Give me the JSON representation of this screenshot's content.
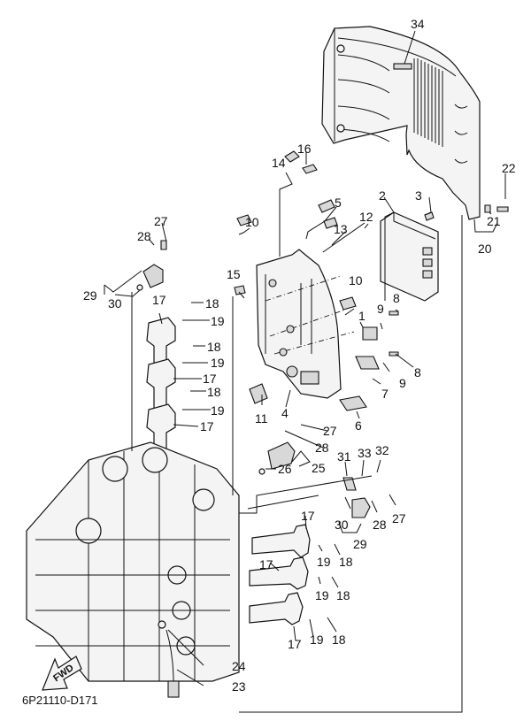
{
  "diagram": {
    "title_code": "6P21110-D171",
    "direction_indicator": "FWD",
    "callouts": [
      {
        "id": "c34",
        "label": "34"
      },
      {
        "id": "c16",
        "label": "16"
      },
      {
        "id": "c14",
        "label": "14"
      },
      {
        "id": "c22",
        "label": "22"
      },
      {
        "id": "c5",
        "label": "5"
      },
      {
        "id": "c2",
        "label": "2"
      },
      {
        "id": "c3",
        "label": "3"
      },
      {
        "id": "c12",
        "label": "12"
      },
      {
        "id": "c13",
        "label": "13"
      },
      {
        "id": "c21",
        "label": "21"
      },
      {
        "id": "c20",
        "label": "20"
      },
      {
        "id": "c27a",
        "label": "27"
      },
      {
        "id": "c28a",
        "label": "28"
      },
      {
        "id": "c10a",
        "label": "10"
      },
      {
        "id": "c29a",
        "label": "29"
      },
      {
        "id": "c30a",
        "label": "30"
      },
      {
        "id": "c15",
        "label": "15"
      },
      {
        "id": "c17a",
        "label": "17"
      },
      {
        "id": "c18a",
        "label": "18"
      },
      {
        "id": "c19a",
        "label": "19"
      },
      {
        "id": "c18b",
        "label": "18"
      },
      {
        "id": "c19b",
        "label": "19"
      },
      {
        "id": "c17b",
        "label": "17"
      },
      {
        "id": "c18c",
        "label": "18"
      },
      {
        "id": "c19c",
        "label": "19"
      },
      {
        "id": "c17c",
        "label": "17"
      },
      {
        "id": "c10b",
        "label": "10"
      },
      {
        "id": "c9a",
        "label": "9"
      },
      {
        "id": "c8a",
        "label": "8"
      },
      {
        "id": "c1",
        "label": "1"
      },
      {
        "id": "c8b",
        "label": "8"
      },
      {
        "id": "c9b",
        "label": "9"
      },
      {
        "id": "c7",
        "label": "7"
      },
      {
        "id": "c11",
        "label": "11"
      },
      {
        "id": "c4",
        "label": "4"
      },
      {
        "id": "c6",
        "label": "6"
      },
      {
        "id": "c27b",
        "label": "27"
      },
      {
        "id": "c28b",
        "label": "28"
      },
      {
        "id": "c25",
        "label": "25"
      },
      {
        "id": "c26",
        "label": "26"
      },
      {
        "id": "c31",
        "label": "31"
      },
      {
        "id": "c33",
        "label": "33"
      },
      {
        "id": "c32",
        "label": "32"
      },
      {
        "id": "c30b",
        "label": "30"
      },
      {
        "id": "c28c",
        "label": "28"
      },
      {
        "id": "c27c",
        "label": "27"
      },
      {
        "id": "c29b",
        "label": "29"
      },
      {
        "id": "c17d",
        "label": "17"
      },
      {
        "id": "c19d",
        "label": "19"
      },
      {
        "id": "c18d",
        "label": "18"
      },
      {
        "id": "c17e",
        "label": "17"
      },
      {
        "id": "c19e",
        "label": "19"
      },
      {
        "id": "c18e",
        "label": "18"
      },
      {
        "id": "c17f",
        "label": "17"
      },
      {
        "id": "c19f",
        "label": "19"
      },
      {
        "id": "c18f",
        "label": "18"
      },
      {
        "id": "c24",
        "label": "24"
      },
      {
        "id": "c23",
        "label": "23"
      }
    ]
  }
}
